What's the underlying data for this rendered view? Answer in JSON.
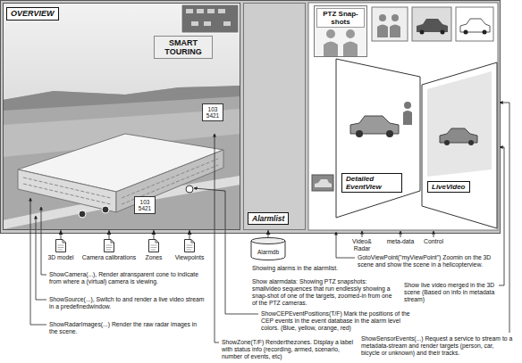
{
  "diagram": {
    "nodes": [
      {
        "text": [
          "OVERVIEW"
        ]
      },
      {
        "text": [
          "SMART TOURING"
        ],
        "in": 0
      },
      {
        "text": [
          "103 5421"
        ],
        "in": 0
      },
      {
        "text": [
          "103 5421"
        ],
        "in": 0
      },
      {
        "text": [
          "Alarmlist"
        ]
      },
      {
        "text": [
          "PTZ Snap-shots"
        ]
      },
      {
        "text": [
          "Detailed EventView"
        ]
      },
      {
        "text": [
          "LiveVideo"
        ]
      },
      {
        "text": [
          "3D model"
        ]
      },
      {
        "text": [
          "Camera calibrations"
        ]
      },
      {
        "text": [
          "Zones"
        ]
      },
      {
        "text": [
          "Viewpoints"
        ]
      },
      {
        "text": [
          "Alarmdb"
        ]
      }
    ],
    "edges": [
      {
        "from": 8,
        "to": 0,
        "arrow": "to"
      },
      {
        "from": 9,
        "to": 0,
        "arrow": "to"
      },
      {
        "from": 10,
        "to": 0,
        "arrow": "to"
      },
      {
        "from": 11,
        "to": 0,
        "arrow": "to"
      },
      {
        "from": 12,
        "to": 4,
        "arrow": "to"
      }
    ],
    "labels": [
      "Video& Radar",
      "meta-data",
      "Control",
      "ShowCamera(...), Render atransparent cone to indicate from where a (virtual) camera is viewing.",
      "ShowSource(...), Switch to and render a live video stream in a predefinedwindow.",
      "ShowRadarImages(...) Render the raw radar images in the scene.",
      "Showing alarms in the alarmlist.",
      "Show alarmdata: Showing PTZ snapshots: smallvideo sequences that run endlessly showing a snap-shot of one of the targets, zoomed-in from one of the PTZ cameras.",
      "ShowCEPEventPositions(T/F) Mark the positions of the CEP events in the event database in the alarm level colors. (Blue, yellow, orange, red)",
      "ShowZone(T/F) Renderthezones. Display a label with status info (recording, armed, scenario, number of events, etc)",
      "GotoViewPoint(\"myViewPoint\") Zoomin on the 3D scene and show the scene in a helicopterview.",
      "Show live video merged in the 3D scene (Based on info in metadata stream)",
      "ShowSensorEvents(...) Request a service to stream to a metadata-stream and render targets (person, car, bicycle or unknown) and their tracks."
    ]
  }
}
